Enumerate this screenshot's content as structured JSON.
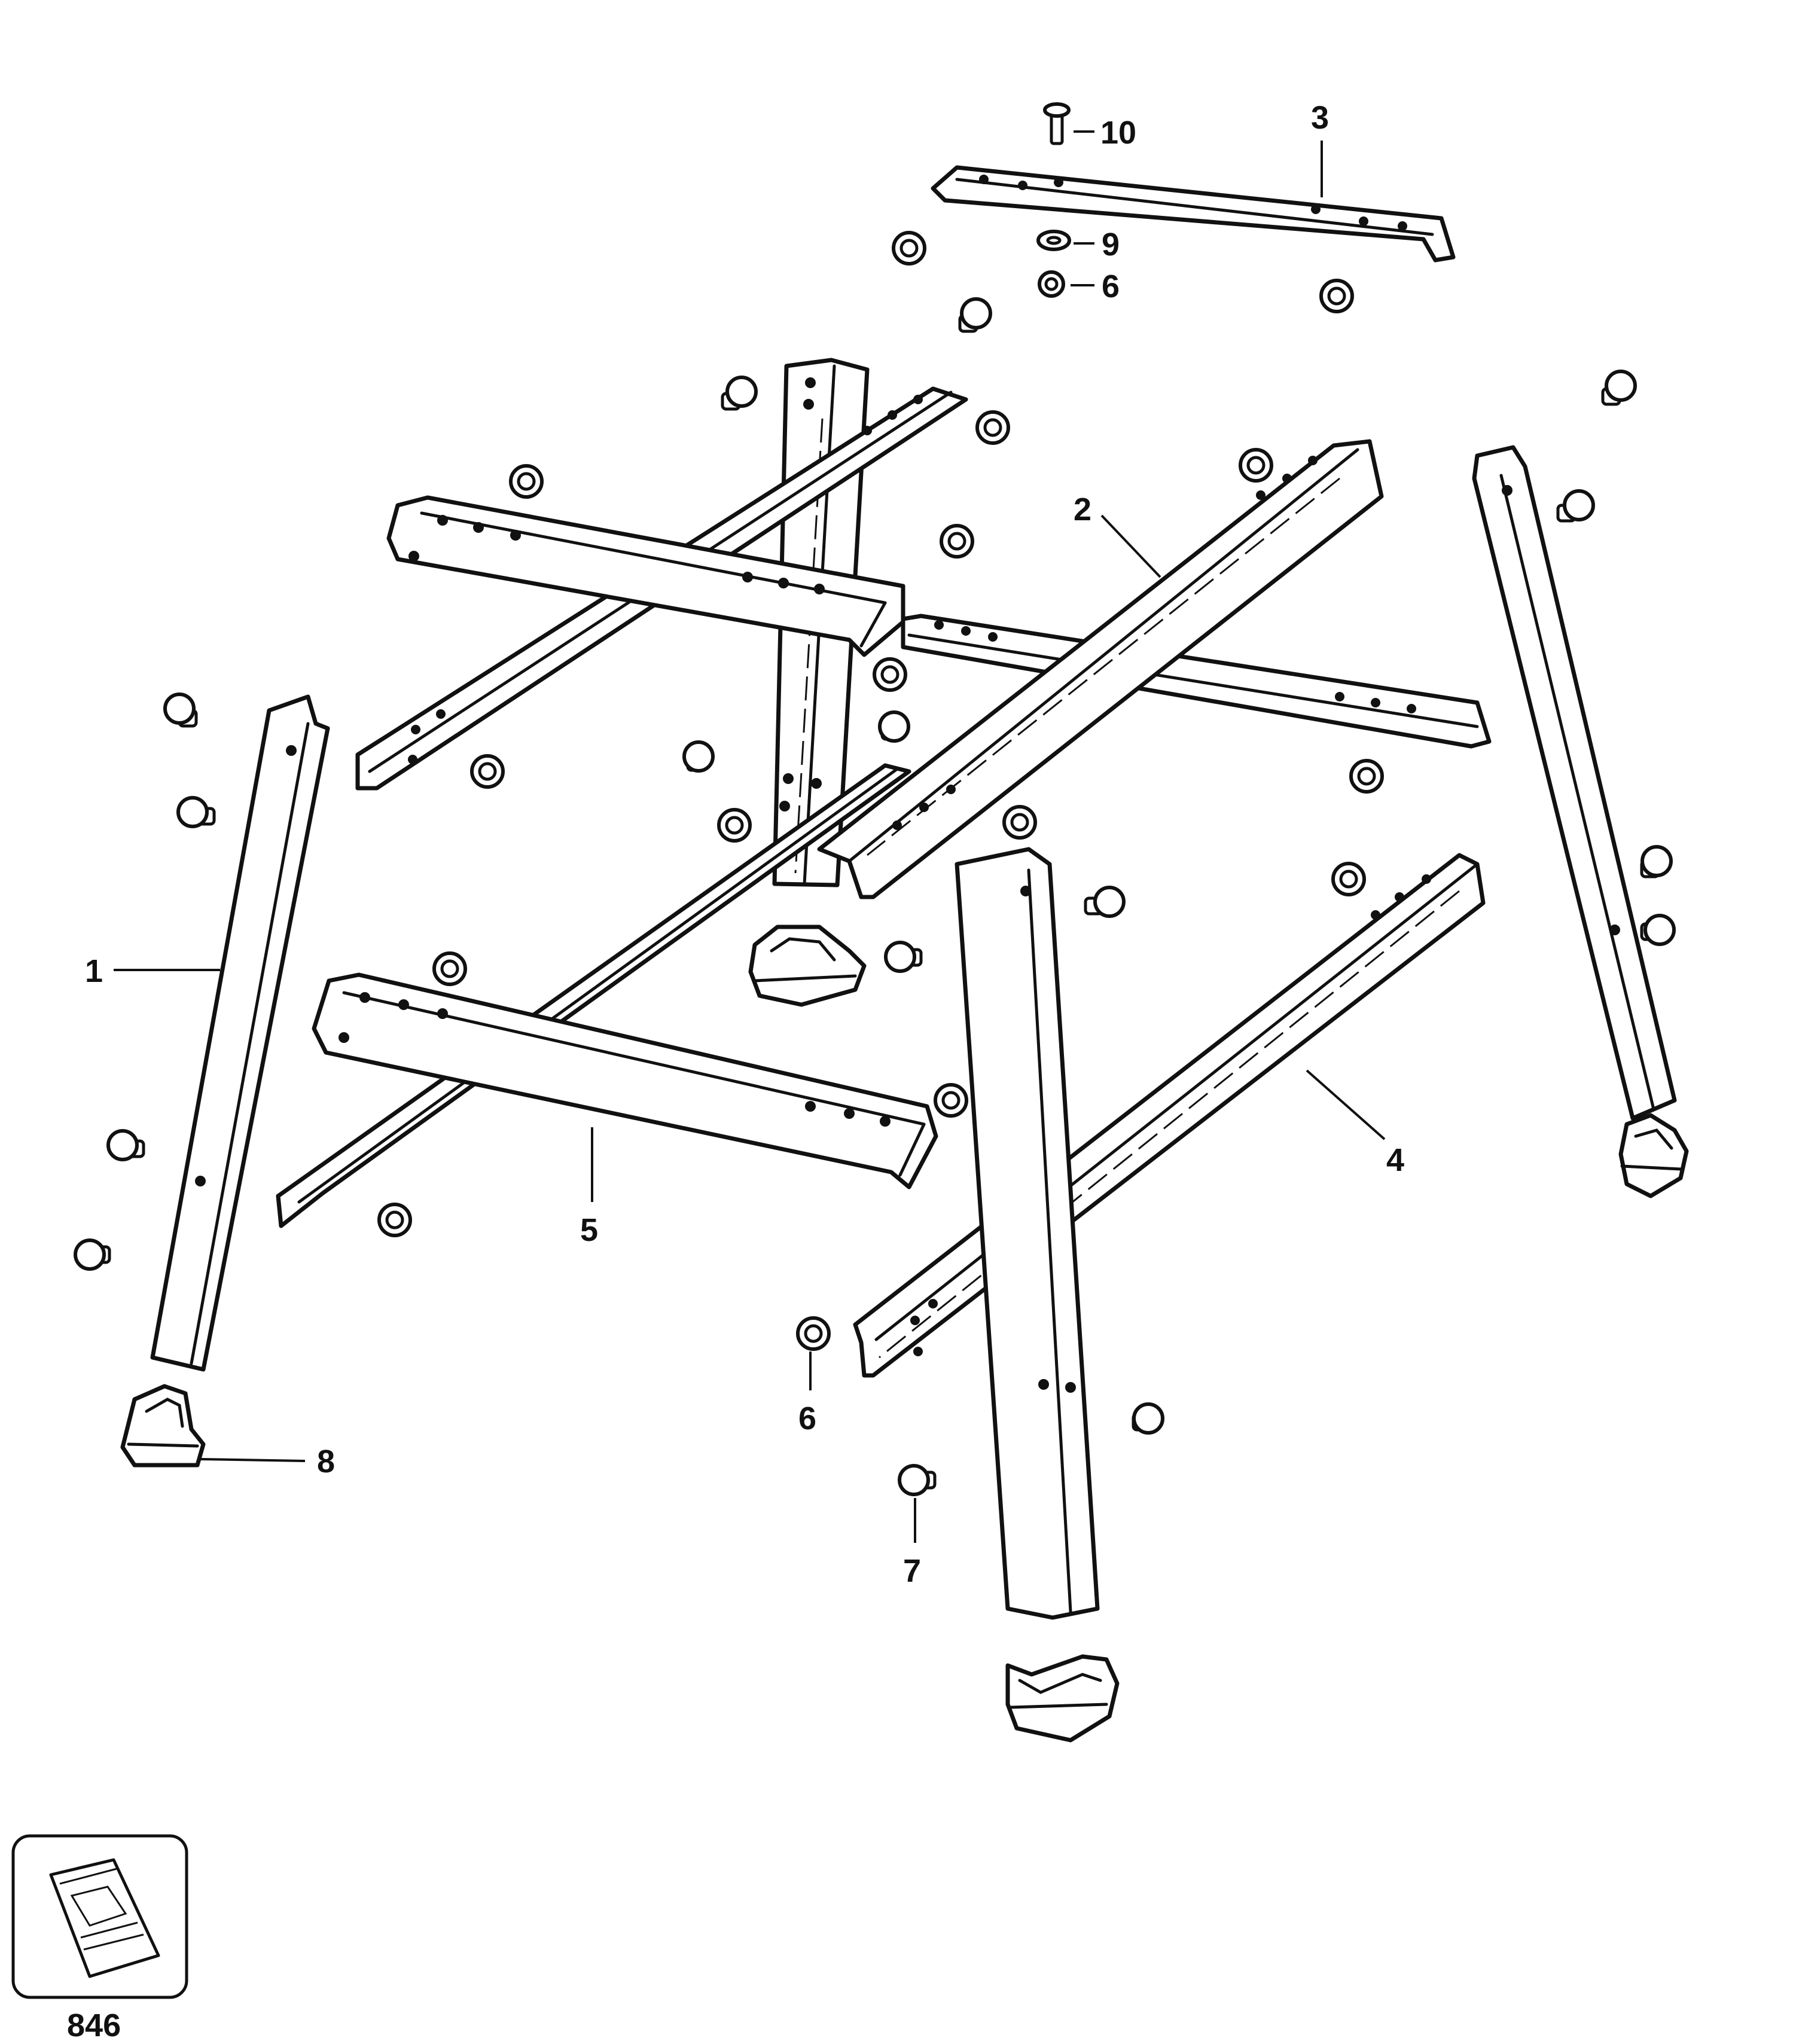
{
  "diagram": {
    "callouts": [
      {
        "id": "c1",
        "text": "1"
      },
      {
        "id": "c2",
        "text": "2"
      },
      {
        "id": "c3",
        "text": "3"
      },
      {
        "id": "c4",
        "text": "4"
      },
      {
        "id": "c5",
        "text": "5"
      },
      {
        "id": "c6a",
        "text": "6"
      },
      {
        "id": "c6b",
        "text": "6"
      },
      {
        "id": "c7",
        "text": "7"
      },
      {
        "id": "c8",
        "text": "8"
      },
      {
        "id": "c9",
        "text": "9"
      },
      {
        "id": "c10",
        "text": "10"
      }
    ],
    "kit_number": "846",
    "icons": {
      "nut": "hex-nut-icon",
      "bolt": "bolt-icon",
      "foot": "rubber-foot-icon",
      "kit": "parts-bag-icon"
    }
  }
}
